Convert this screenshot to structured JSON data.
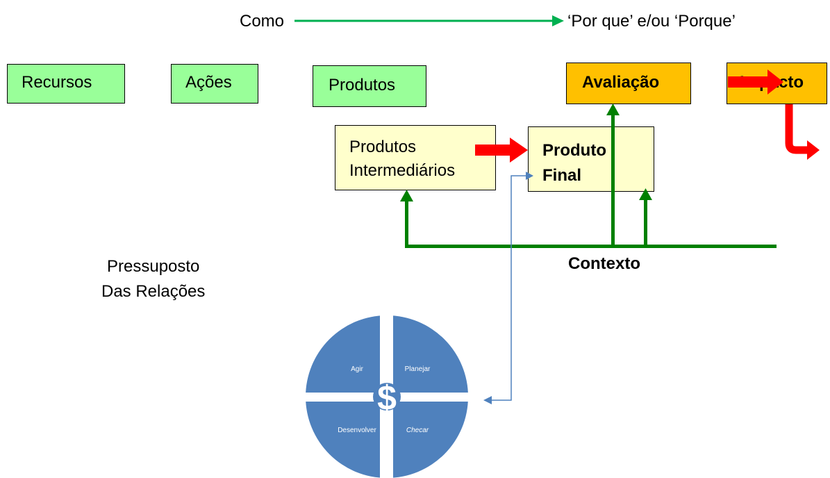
{
  "header": {
    "left_label": "Como",
    "right_label": "‘Por que’ e/ou ‘Porque’"
  },
  "top_row": {
    "recursos": "Recursos",
    "acoes": "Ações",
    "produtos": "Produtos",
    "avaliacao": "Avaliação",
    "impacto": "Impacto"
  },
  "middle": {
    "intermediarios_line1": "Produtos",
    "intermediarios_line2": "Intermediários",
    "final_line1": "Produto",
    "final_line2": "Final",
    "contexto": "Contexto"
  },
  "pressuposto": {
    "line1": "Pressuposto",
    "line2": "Das Relações"
  },
  "cycle": {
    "top_left": "Agir",
    "top_right": "Planejar",
    "bottom_left": "Desenvolver",
    "bottom_right": "Checar",
    "center_symbol": "$"
  },
  "colors": {
    "header_arrow": "#00b050",
    "context_lines": "#008000",
    "block_arrow": "#ff0000",
    "connector": "#4f81bd",
    "cycle_fill": "#4f81bd",
    "green_box": "#99ff99",
    "yellow_box": "#ffffcc",
    "orange_box": "#ffc000"
  }
}
